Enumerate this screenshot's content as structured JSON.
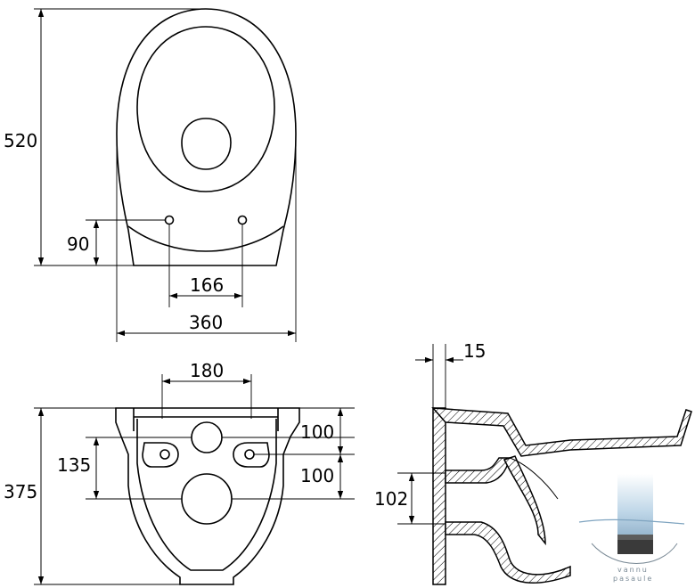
{
  "top_view": {
    "dim_length": "520",
    "dim_mount_height": "90",
    "dim_bolt_spacing": "166",
    "dim_width": "360"
  },
  "rear_view": {
    "dim_top_spacing": "180",
    "dim_upper_offset": "100",
    "dim_lower_offset": "100",
    "dim_hole_height": "135",
    "dim_height": "375"
  },
  "side_view": {
    "dim_wall_thickness": "15",
    "dim_outlet_height": "102"
  },
  "logo": {
    "line1": "vannu",
    "line2": "pasaule"
  }
}
